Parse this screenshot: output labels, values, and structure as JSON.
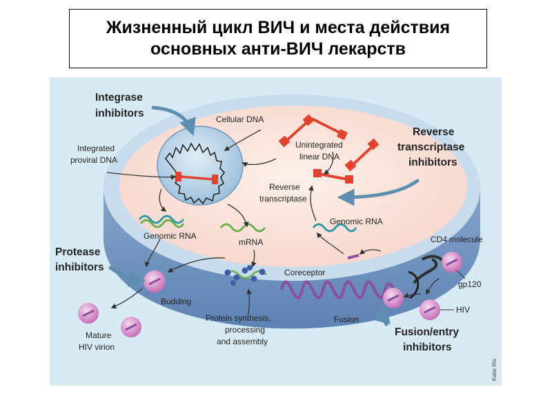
{
  "title": {
    "line1": "Жизненный цикл ВИЧ и места действия",
    "line2": "основных анти-ВИЧ лекарств"
  },
  "drug_classes": {
    "integrase": [
      "Integrase",
      "inhibitors"
    ],
    "reverse_transcriptase": [
      "Reverse",
      "transcriptase",
      "inhibitors"
    ],
    "protease": [
      "Protease",
      "inhibitors"
    ],
    "fusion_entry": [
      "Fusion/entry",
      "inhibitors"
    ]
  },
  "labels": {
    "cellular_dna": "Cellular DNA",
    "integrated_proviral_dna": [
      "Integrated",
      "proviral DNA"
    ],
    "unintegrated_linear_dna": [
      "Unintegrated",
      "linear DNA"
    ],
    "reverse_transcriptase": [
      "Reverse",
      "transcriptase"
    ],
    "genomic_rna_left": "Genomic RNA",
    "genomic_rna_right": "Genomic RNA",
    "mrna": "mRNA",
    "cd4_molecule": "CD4 molecule",
    "gp120": "gp120",
    "hiv": "HIV",
    "coreceptor": "Coreceptor",
    "fusion": "Fusion",
    "budding": "Budding",
    "mature_virion": [
      "Mature",
      "HIV virion"
    ],
    "protein_synthesis": [
      "Protein synthesis,",
      "processing",
      "and assembly"
    ]
  },
  "credit": "Katie Ris",
  "colors": {
    "panel_bg": "#d8eaf3",
    "cell_wall": "#7d9ec6",
    "cytoplasm": "#fbe3dc",
    "nucleus": "#bcd6ea",
    "dna_red": "#e0442f",
    "rna_teal": "#2f9aa6",
    "rna_green": "#6ab04c",
    "virion_pink": "#d889cc",
    "coreceptor_purple": "#8a4f9e",
    "arrow_blue": "#4a7fa0"
  }
}
